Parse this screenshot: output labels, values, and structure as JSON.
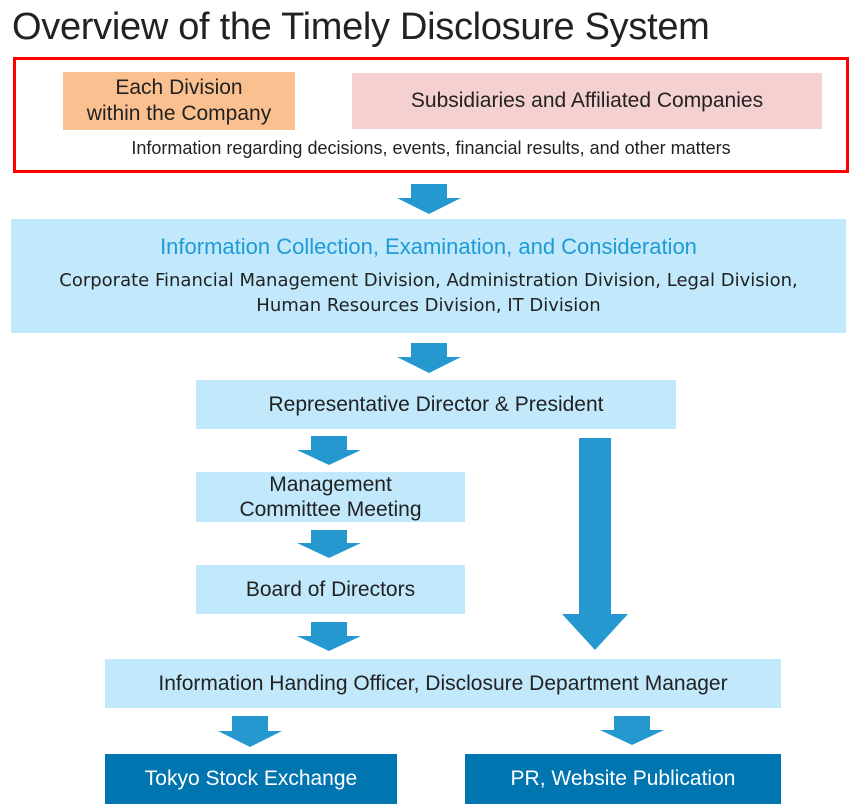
{
  "title": "Overview of the Timely Disclosure System",
  "colors": {
    "frame_border": "#ff0000",
    "division_box": "#fac090",
    "subsidiaries_box": "#f5d0d0",
    "light_box": "#c1e8fb",
    "dark_box": "#0075b0",
    "arrow": "#2599cf",
    "heading_accent": "#1e9bd7"
  },
  "sources": {
    "each_division": [
      "Each Division",
      "within the Company"
    ],
    "subsidiaries": "Subsidiaries and Affiliated Companies",
    "information": "Information regarding decisions, events, financial results, and other matters"
  },
  "collection": {
    "heading": "Information Collection, Examination, and Consideration",
    "divisions": "Corporate Financial Management Division, Administration Division, Legal Division, Human Resources Division, IT Division"
  },
  "flow": {
    "president": "Representative Director & President",
    "management_committee": [
      "Management",
      "Committee Meeting"
    ],
    "board": "Board of Directors",
    "officer": "Information Handing Officer, Disclosure Department Manager"
  },
  "outputs": {
    "tse": "Tokyo Stock Exchange",
    "pr": "PR, Website Publication"
  },
  "arrows": [
    {
      "from": "sources",
      "to": "collection"
    },
    {
      "from": "collection",
      "to": "president"
    },
    {
      "from": "president",
      "to": "management_committee"
    },
    {
      "from": "management_committee",
      "to": "board"
    },
    {
      "from": "board",
      "to": "officer"
    },
    {
      "from": "president",
      "to": "officer"
    },
    {
      "from": "officer",
      "to": "tse"
    },
    {
      "from": "officer",
      "to": "pr"
    }
  ]
}
